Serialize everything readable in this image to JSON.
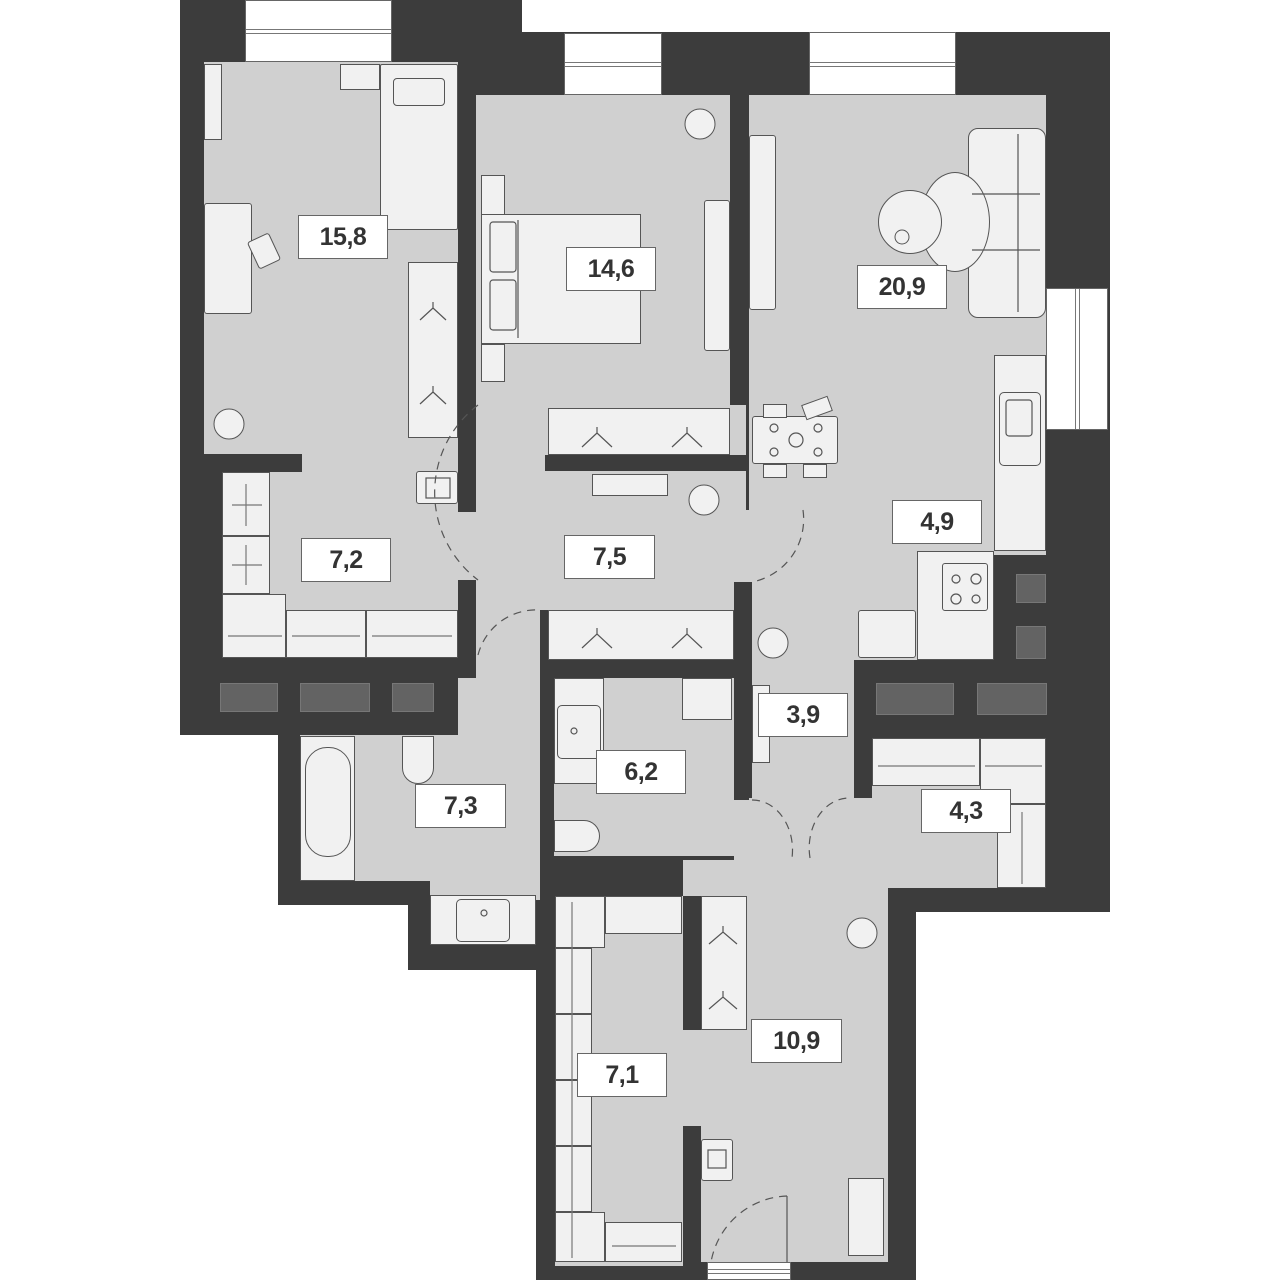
{
  "plan": {
    "title": "Apartment floor plan",
    "colors": {
      "wall": "#3c3c3c",
      "floor": "#d0d0d0",
      "fixture": "#f1f1f1",
      "vent": "#636363",
      "label_bg": "#ffffff",
      "label_text": "#333333"
    }
  },
  "rooms": [
    {
      "id": "bedroom-1",
      "type": "bedroom",
      "area": "15,8"
    },
    {
      "id": "bedroom-2",
      "type": "bedroom",
      "area": "14,6"
    },
    {
      "id": "living-room",
      "type": "living room",
      "area": "20,9"
    },
    {
      "id": "kitchen",
      "type": "kitchen",
      "area": "4,9"
    },
    {
      "id": "dressing-room-1",
      "type": "walk-in closet",
      "area": "7,2"
    },
    {
      "id": "hallway-1",
      "type": "hallway",
      "area": "7,5"
    },
    {
      "id": "corridor",
      "type": "corridor",
      "area": "3,9"
    },
    {
      "id": "storage",
      "type": "storage",
      "area": "4,3"
    },
    {
      "id": "bathroom",
      "type": "bathroom",
      "area": "7,3"
    },
    {
      "id": "wc",
      "type": "toilet",
      "area": "6,2"
    },
    {
      "id": "dressing-room-2",
      "type": "walk-in closet",
      "area": "7,1"
    },
    {
      "id": "entrance-hall",
      "type": "entrance hall",
      "area": "10,9"
    }
  ]
}
